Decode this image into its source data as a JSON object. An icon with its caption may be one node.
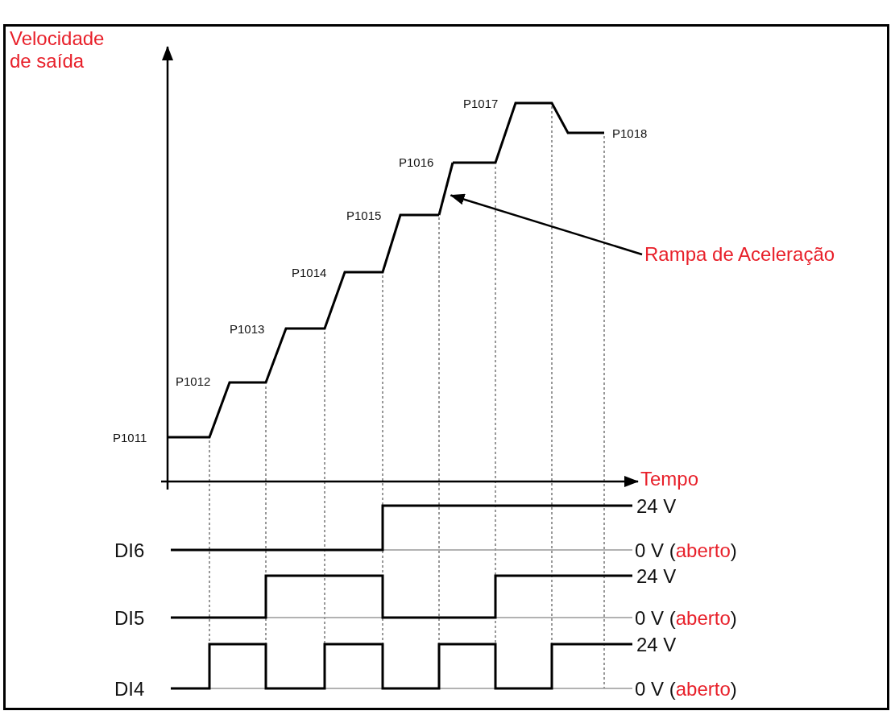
{
  "diagram": {
    "nodes": [
      {
        "text": [
          "Rampa de Aceleração"
        ]
      },
      {
        "text": [],
        "shape": "line"
      }
    ],
    "edges": [
      {
        "from": 0,
        "to": 1,
        "arrow": "to"
      }
    ],
    "labels": [
      "Velocidade de saída",
      "P1017",
      "P1018",
      "P1016",
      "P1015",
      "P1014",
      "P1013",
      "P1012",
      "P1011",
      "Tempo",
      "24 V",
      "DI6",
      "0 V (aberto)",
      "24 V",
      "DI5",
      "0 V (aberto)",
      "24 V",
      "DI4",
      "0 V (aberto)"
    ]
  }
}
